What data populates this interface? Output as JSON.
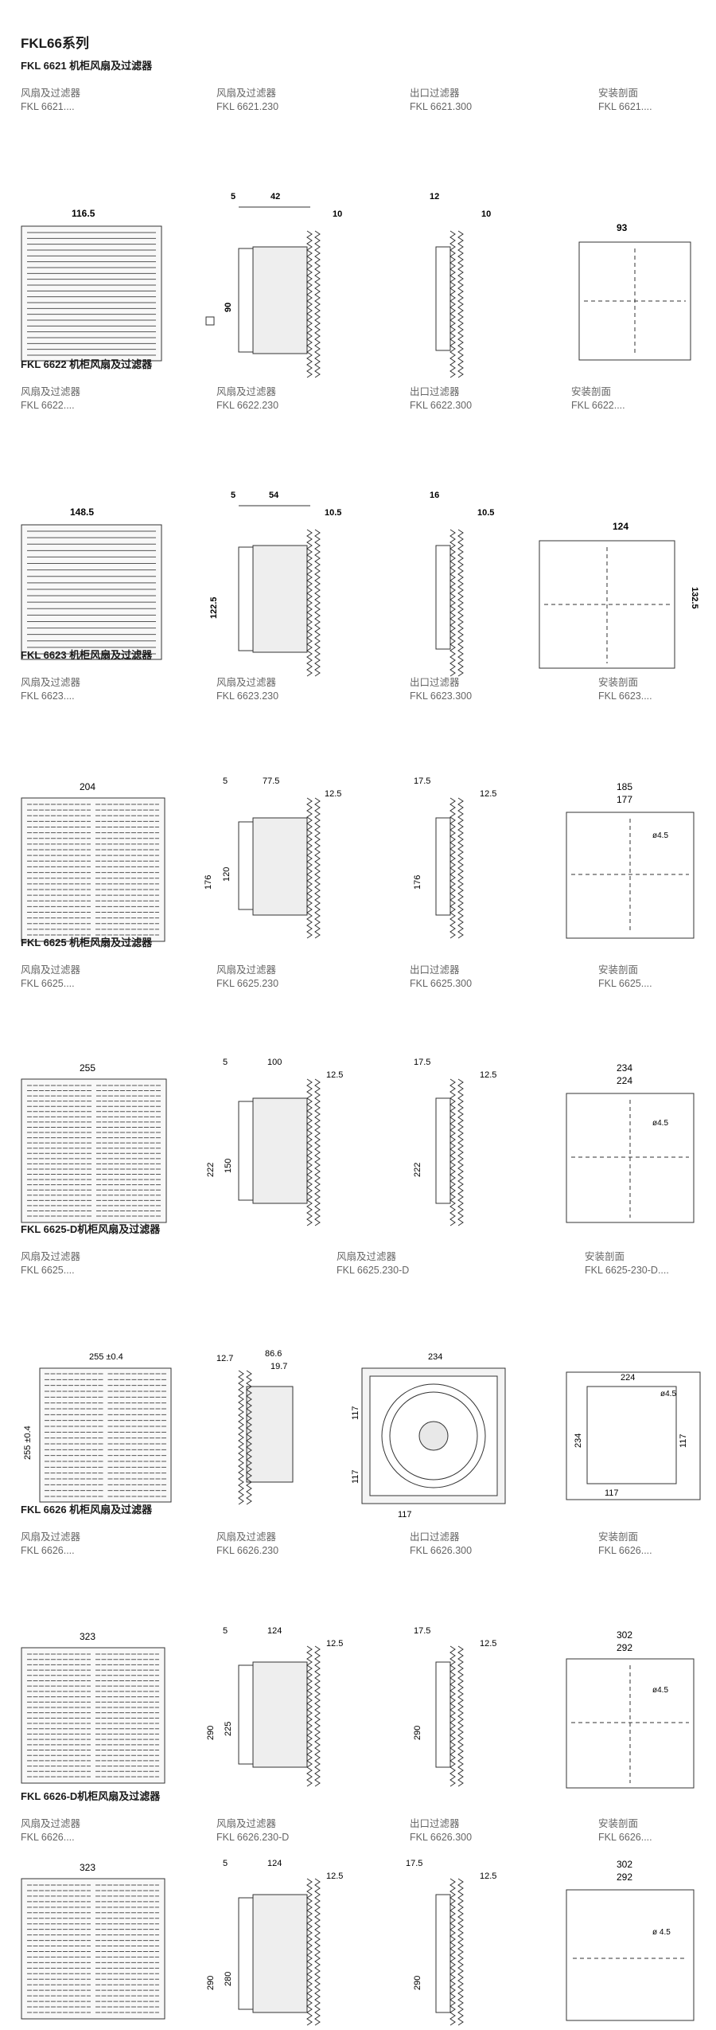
{
  "page_title": "FKL66系列",
  "sections": [
    {
      "title": "FKL 6621 机柜风扇及过滤器",
      "columns": [
        {
          "name": "风扇及过滤器",
          "code": "FKL 6621...."
        },
        {
          "name": "风扇及过滤器",
          "code": "FKL 6621.230"
        },
        {
          "name": "出口过滤器",
          "code": "FKL 6621.300"
        },
        {
          "name": "安装剖面",
          "code": "FKL 6621...."
        }
      ],
      "dims": {
        "front_w": "116.5",
        "side_depth": "42",
        "side_gap": "5",
        "side_fin": "10",
        "side_h": "90",
        "out_gap": "12",
        "out_fin": "10",
        "cut_w": "93"
      }
    },
    {
      "title": "FKL 6622 机柜风扇及过滤器",
      "columns": [
        {
          "name": "风扇及过滤器",
          "code": "FKL 6622...."
        },
        {
          "name": "风扇及过滤器",
          "code": "FKL 6622.230"
        },
        {
          "name": "出口过滤器",
          "code": "FKL 6622.300"
        },
        {
          "name": "安装剖面",
          "code": "FKL 6622...."
        }
      ],
      "dims": {
        "front_w": "148.5",
        "side_depth": "54",
        "side_gap": "5",
        "side_fin": "10.5",
        "side_h": "122.5",
        "out_gap": "16",
        "out_fin": "10.5",
        "cut_w": "124",
        "cut_h": "132.5"
      }
    },
    {
      "title": "FKL 6623 机柜风扇及过滤器",
      "columns": [
        {
          "name": "风扇及过滤器",
          "code": "FKL 6623...."
        },
        {
          "name": "风扇及过滤器",
          "code": "FKL 6623.230"
        },
        {
          "name": "出口过滤器",
          "code": "FKL 6623.300"
        },
        {
          "name": "安装剖面",
          "code": "FKL 6623...."
        }
      ],
      "dims": {
        "front_w": "204",
        "side_depth": "77.5",
        "side_gap": "5",
        "side_fin": "12.5",
        "side_h": "176",
        "side_inner": "120",
        "out_gap": "17.5",
        "out_fin": "12.5",
        "out_h": "176",
        "cut_w": "185",
        "cut_inner": "177",
        "hole": "ø4.5"
      }
    },
    {
      "title": "FKL 6625 机柜风扇及过滤器",
      "columns": [
        {
          "name": "风扇及过滤器",
          "code": "FKL 6625...."
        },
        {
          "name": "风扇及过滤器",
          "code": "FKL 6625.230"
        },
        {
          "name": "出口过滤器",
          "code": "FKL 6625.300"
        },
        {
          "name": "安装剖面",
          "code": "FKL 6625...."
        }
      ],
      "dims": {
        "front_w": "255",
        "side_depth": "100",
        "side_gap": "5",
        "side_fin": "12.5",
        "side_h": "222",
        "side_inner": "150",
        "out_gap": "17.5",
        "out_fin": "12.5",
        "out_h": "222",
        "cut_w": "234",
        "cut_inner": "224",
        "hole": "ø4.5"
      }
    },
    {
      "title": "FKL 6625-D机柜风扇及过滤器",
      "columns": [
        {
          "name": "风扇及过滤器",
          "code": "FKL 6625...."
        },
        {
          "name": "风扇及过滤器",
          "code": "FKL 6625.230-D"
        },
        {
          "name": "安装剖面",
          "code": "FKL 6625-230-D...."
        }
      ],
      "dims": {
        "front_w": "255 ±0.4",
        "front_h": "255 ±0.4",
        "side_a": "12.7",
        "side_b": "86.6",
        "side_c": "19.7",
        "fan_w": "234",
        "fan_h1": "117",
        "fan_h2": "117",
        "fan_b": "117",
        "cut_w": "224",
        "cut_h": "234",
        "cut_b": "117",
        "cut_r": "117",
        "hole": "ø4.5"
      }
    },
    {
      "title": "FKL 6626 机柜风扇及过滤器",
      "columns": [
        {
          "name": "风扇及过滤器",
          "code": "FKL 6626...."
        },
        {
          "name": "风扇及过滤器",
          "code": "FKL 6626.230"
        },
        {
          "name": "出口过滤器",
          "code": "FKL 6626.300"
        },
        {
          "name": "安装剖面",
          "code": "FKL 6626...."
        }
      ],
      "dims": {
        "front_w": "323",
        "side_depth": "124",
        "side_gap": "5",
        "side_fin": "12.5",
        "side_h": "290",
        "side_inner": "225",
        "out_gap": "17.5",
        "out_fin": "12.5",
        "out_h": "290",
        "cut_w": "302",
        "cut_inner": "292",
        "hole": "ø4.5"
      }
    },
    {
      "title": "FKL 6626-D机柜风扇及过滤器",
      "columns": [
        {
          "name": "风扇及过滤器",
          "code": "FKL 6626...."
        },
        {
          "name": "风扇及过滤器",
          "code": "FKL 6626.230-D"
        },
        {
          "name": "出口过滤器",
          "code": "FKL 6626.300"
        },
        {
          "name": "安装剖面",
          "code": "FKL 6626...."
        }
      ],
      "dims": {
        "front_w": "323",
        "side_depth": "124",
        "side_gap": "5",
        "side_fin": "12.5",
        "side_h": "290",
        "side_inner": "280",
        "out_gap": "17.5",
        "out_fin": "12.5",
        "out_h": "290",
        "cut_w": "302",
        "cut_inner": "292",
        "hole": "ø 4.5"
      }
    }
  ]
}
